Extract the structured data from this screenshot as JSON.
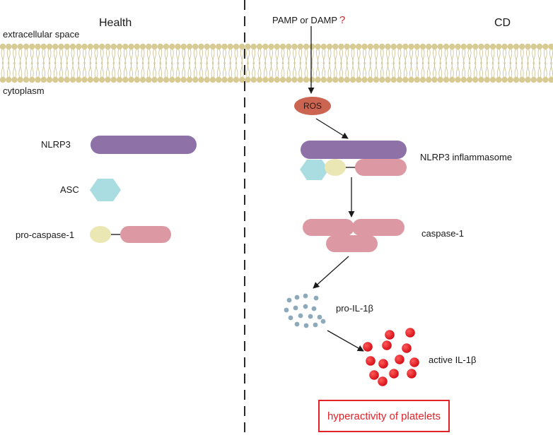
{
  "headers": {
    "left": "Health",
    "right": "CD"
  },
  "membrane": {
    "outside": "extracellular space",
    "inside": "cytoplasm"
  },
  "stimulus": {
    "text": "PAMP or DAMP",
    "mark": "?"
  },
  "health": {
    "nlrp3": "NLRP3",
    "asc": "ASC",
    "procaspase": "pro-caspase-1"
  },
  "cd": {
    "ros": "ROS",
    "inflammasome": "NLRP3 inflammasome",
    "caspase": "caspase-1",
    "pro_il": "pro-IL-1β",
    "active_il": "active IL-1β",
    "outcome": "hyperactivity of platelets"
  },
  "colors": {
    "nlrp3": "#8e72a7",
    "asc": "#a9dde2",
    "card": "#ebe7b4",
    "caspase": "#dd99a3",
    "ros": "#cb6451",
    "membrane_head": "#d7ca93",
    "pro_il": "#8daabb",
    "active_il": "#e3111b",
    "outcome": "#e32228"
  }
}
